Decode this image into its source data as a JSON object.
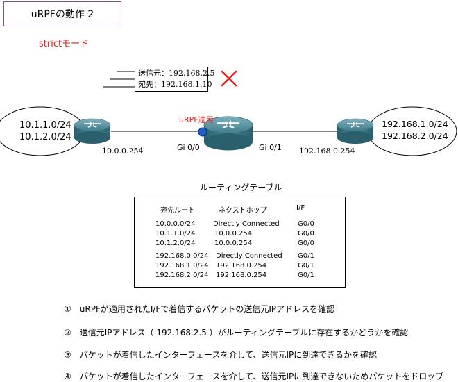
{
  "title": "uRPFの動作 2",
  "mode": "strictモード",
  "packet": {
    "src": "送信元：192.168.2.5",
    "dst": "宛先：192.168.1.10"
  },
  "networks": {
    "left": [
      "10.1.1.0/24",
      "10.1.2.0/24"
    ],
    "right": [
      "192.168.1.0/24",
      "192.168.2.0/24"
    ]
  },
  "labels": {
    "left_ip": "10.0.0.254",
    "right_ip": "192.168.0.254",
    "gi0": "Gi 0/0",
    "gi1": "Gi 0/1",
    "urpf": "uRPF適用"
  },
  "routing_table": {
    "title": "ルーティングテーブル",
    "headers": [
      "宛先ルート",
      "ネクストホップ",
      "I/F"
    ],
    "rows": [
      [
        "10.0.0.0/24",
        "Directly Connected",
        "G0/0"
      ],
      [
        "10.1.1.0/24",
        "10.0.0.254",
        "G0/0"
      ],
      [
        "10.1.2.0/24",
        "10.0.0.254",
        "G0/0"
      ],
      [
        "192.168.0.0/24",
        "Directly Connected",
        "G0/1"
      ],
      [
        "192.168.1.0/24",
        "192.168.0.254",
        "G0/1"
      ],
      [
        "192.168.2.0/24",
        "192.168.0.254",
        "G0/1"
      ]
    ]
  },
  "steps": [
    "①　uRPFが適用されたI/Fで着信するパケットの送信元IPアドレスを確認",
    "②　送信元IPアドレス（ 192.168.2.5 ）がルーティングテーブルに存在するかどうかを確認",
    "③　パケットが着信したインターフェースを介して、送信元IPに到達できるかを確認",
    "④　パケットが着信したインターフェースを介して、送信元IPに到達できないためパケットをドロップ"
  ],
  "colors": {
    "accent_red": "#e0201c",
    "title_border": "#7a4f9c",
    "interface_dot": "#1e5fc8",
    "router_body": "#2f6b7a"
  },
  "icons": [
    "router-icon",
    "cross-icon"
  ]
}
